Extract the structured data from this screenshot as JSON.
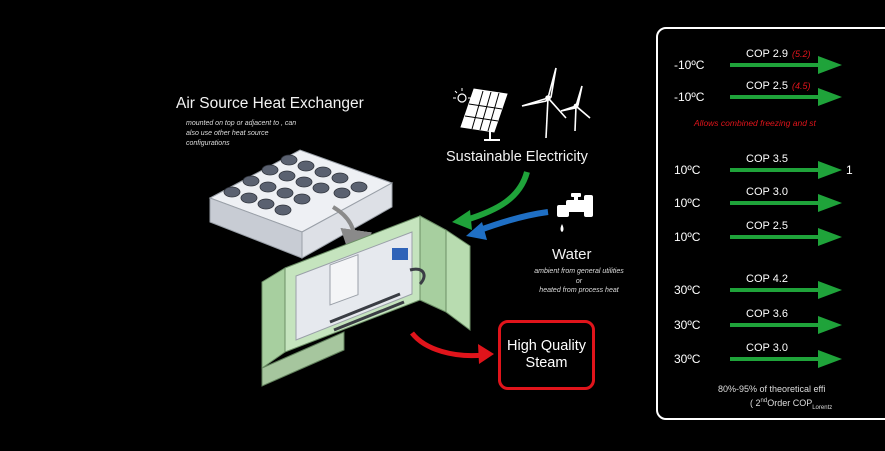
{
  "labels": {
    "air_source_title": "Air Source Heat Exchanger",
    "air_source_note": "mounted on top or adjacent to , can also use other heat source configurations",
    "electricity_title": "Sustainable Electricity",
    "water_title": "Water",
    "water_note_1": "ambient from general utilities",
    "water_note_2": "or",
    "water_note_3": "heated from process heat",
    "steam_label": "High Quality Steam"
  },
  "cop_panel": {
    "groups": [
      {
        "rows": [
          {
            "temp": "-10ºC",
            "cop": "COP 2.9",
            "alt": "(5.2)"
          },
          {
            "temp": "-10ºC",
            "cop": "COP 2.5",
            "alt": "(4.5)"
          }
        ],
        "note": "Allows combined freezing and st"
      },
      {
        "rows": [
          {
            "temp": "10ºC",
            "cop": "COP 3.5",
            "tail": "1"
          },
          {
            "temp": "10ºC",
            "cop": "COP 3.0"
          },
          {
            "temp": "10ºC",
            "cop": "COP 2.5"
          }
        ]
      },
      {
        "rows": [
          {
            "temp": "30ºC",
            "cop": "COP 4.2"
          },
          {
            "temp": "30ºC",
            "cop": "COP 3.6"
          },
          {
            "temp": "30ºC",
            "cop": "COP 3.0"
          }
        ]
      }
    ],
    "footer_line1": "80%-95% of theoretical effi",
    "footer_line2_pre": "( 2",
    "footer_line2_sup": "nd",
    "footer_line2_mid": "Order COP",
    "footer_line2_sub": "Lorentz"
  },
  "colors": {
    "background": "#000000",
    "arrow_green": "#1fa33a",
    "arrow_blue": "#1f6fc4",
    "arrow_red": "#e0141b",
    "container_green": "#b8dcb0",
    "note_red": "#e0141b"
  },
  "icons": [
    "solar-panel-icon",
    "wind-turbine-icon",
    "water-tap-icon"
  ]
}
